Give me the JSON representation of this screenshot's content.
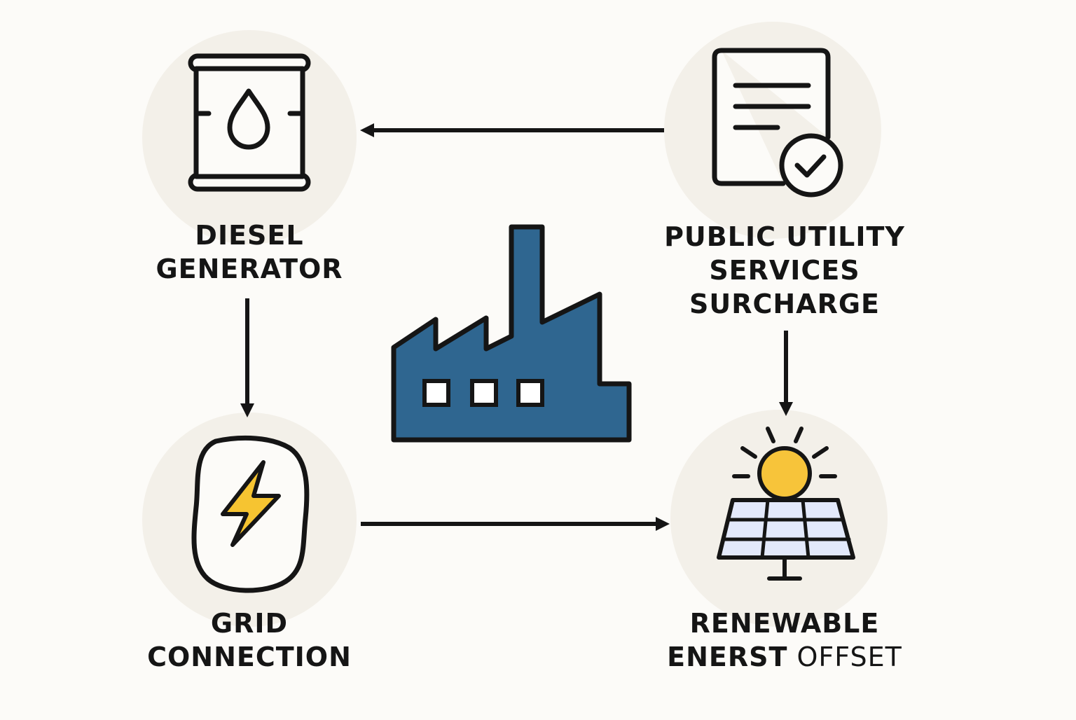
{
  "nodes": {
    "diesel_generator": {
      "label_line1": "DIESEL",
      "label_line2": "GENERATOR",
      "icon": "oil-barrel-icon"
    },
    "public_utility": {
      "label_line1": "PUBLIC UTILITY",
      "label_line2": "SERVICES",
      "label_line3": "SURCHARGE",
      "icon": "document-check-icon"
    },
    "grid_connection": {
      "label_line1": "GRID",
      "label_line2": "CONNECTION",
      "icon": "lightning-bolt-icon"
    },
    "renewable_offset": {
      "label_line1": "RENEWABLE",
      "label_line2a": "ENERST",
      "label_line2b": " OFFSET",
      "icon": "solar-panel-icon"
    },
    "center": {
      "icon": "factory-icon"
    }
  },
  "edges": [
    {
      "from": "public_utility",
      "to": "diesel_generator"
    },
    {
      "from": "diesel_generator",
      "to": "grid_connection"
    },
    {
      "from": "public_utility",
      "to": "renewable_offset"
    },
    {
      "from": "grid_connection",
      "to": "renewable_offset"
    }
  ],
  "colors": {
    "background": "#fcfbf8",
    "circle_fill": "#f3f0e9",
    "stroke": "#151515",
    "factory_blue": "#2f6690",
    "bolt_yellow": "#f6c431",
    "sun_yellow": "#f7c43a",
    "panel_blue": "#e3e9fb"
  }
}
